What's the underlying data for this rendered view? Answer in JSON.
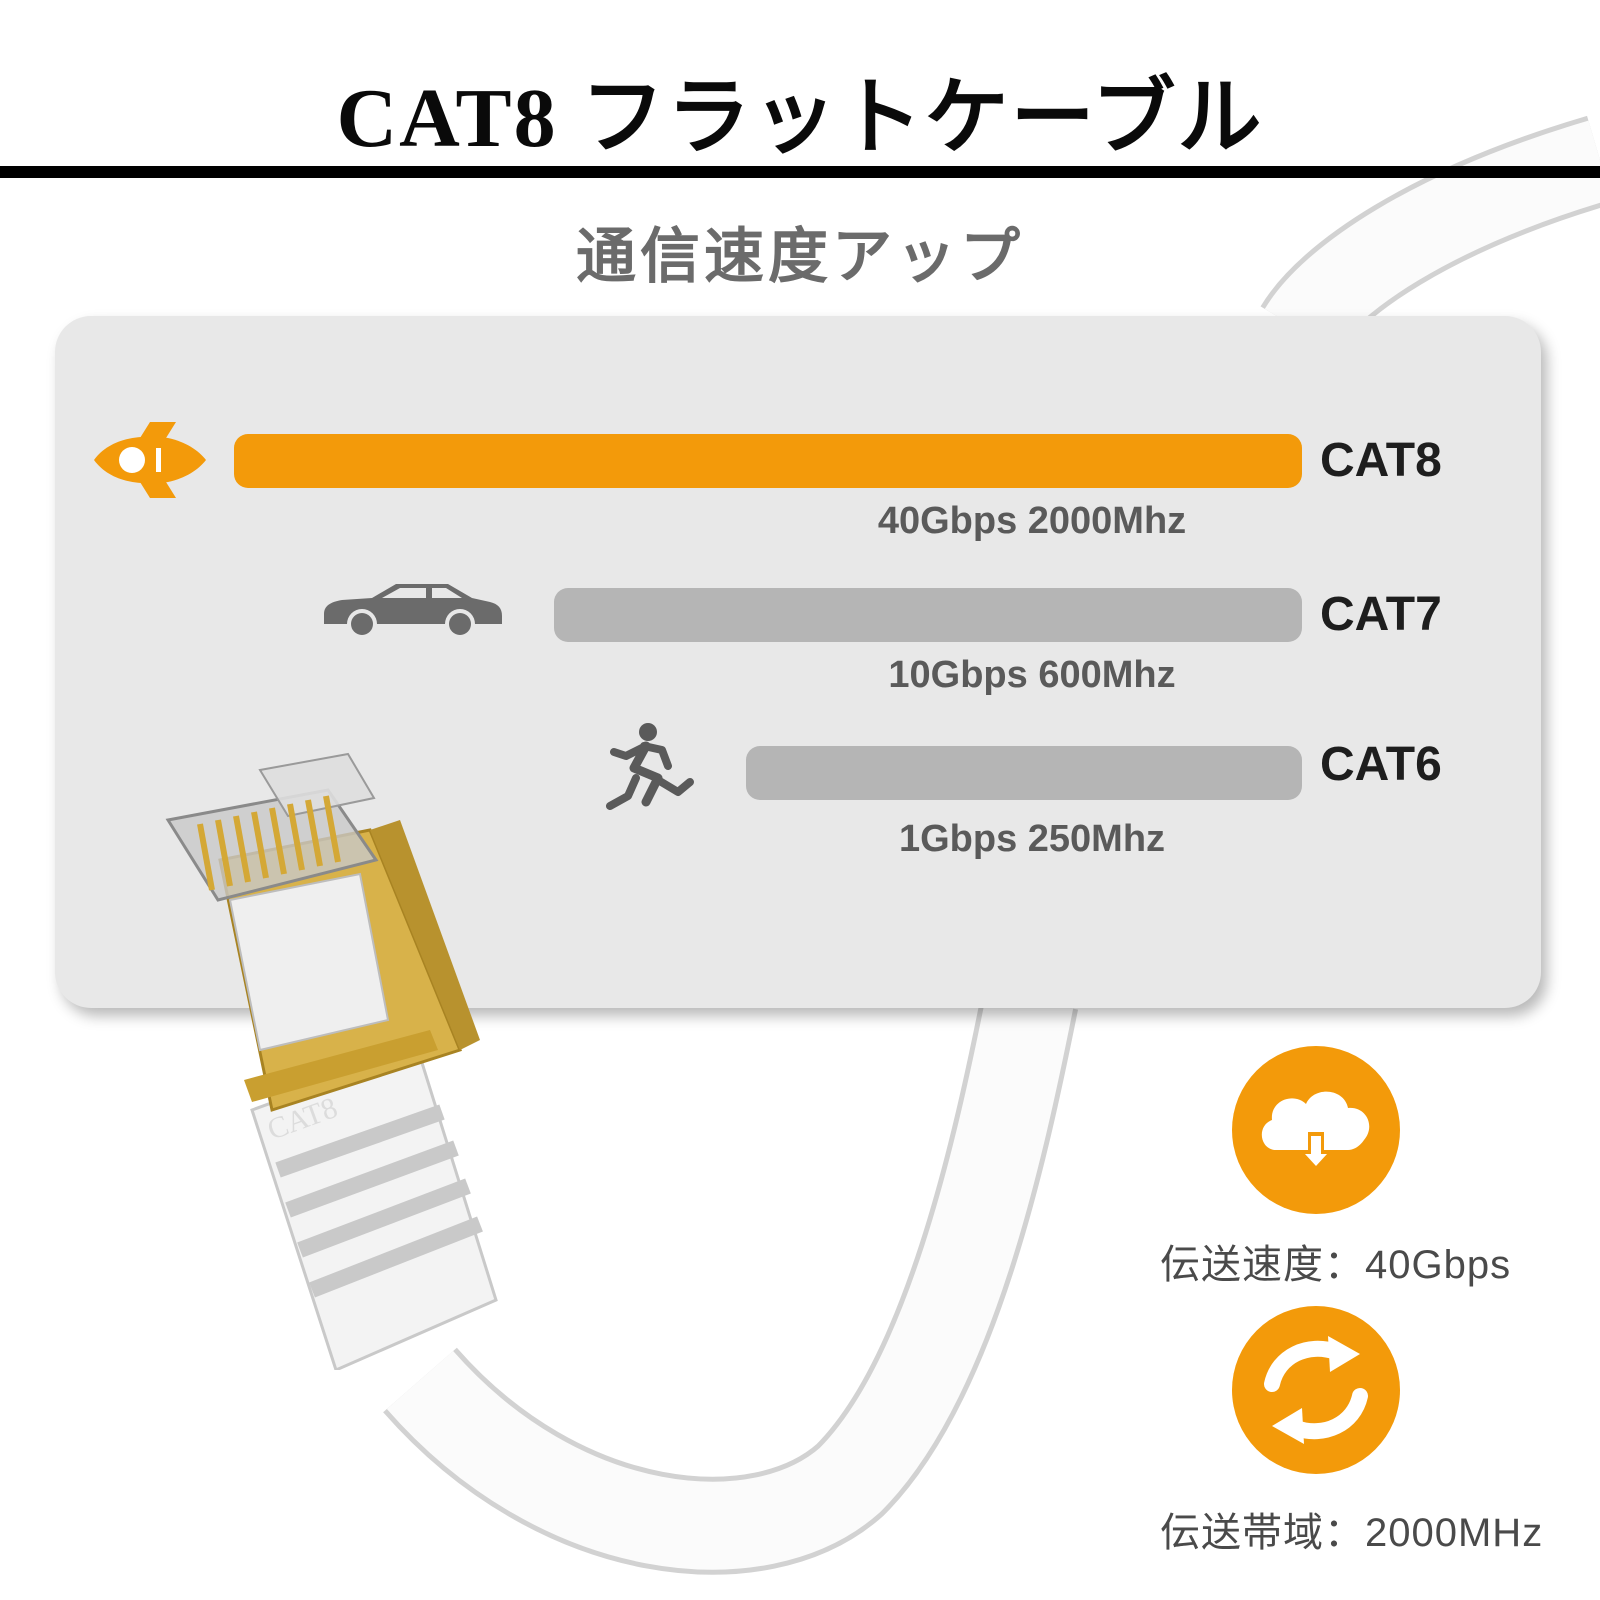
{
  "header": {
    "title": "CAT8 フラットケーブル",
    "subtitle": "通信速度アップ"
  },
  "comparison": [
    {
      "label": "CAT8",
      "spec": "40Gbps 2000Mhz",
      "icon": "rocket-icon",
      "bar_color": "#f39a0a"
    },
    {
      "label": "CAT7",
      "spec": "10Gbps 600Mhz",
      "icon": "car-icon",
      "bar_color": "#b5b5b5"
    },
    {
      "label": "CAT6",
      "spec": "1Gbps 250Mhz",
      "icon": "runner-icon",
      "bar_color": "#b5b5b5"
    }
  ],
  "features": [
    {
      "icon": "cloud-download-icon",
      "text": "伝送速度：40Gbps"
    },
    {
      "icon": "sync-icon",
      "text": "伝送帯域：2000MHz"
    }
  ],
  "product": {
    "connector_label": "CAT8"
  },
  "colors": {
    "accent": "#f39a0a",
    "bar_gray": "#b5b5b5",
    "panel_bg": "#e8e8e8"
  }
}
